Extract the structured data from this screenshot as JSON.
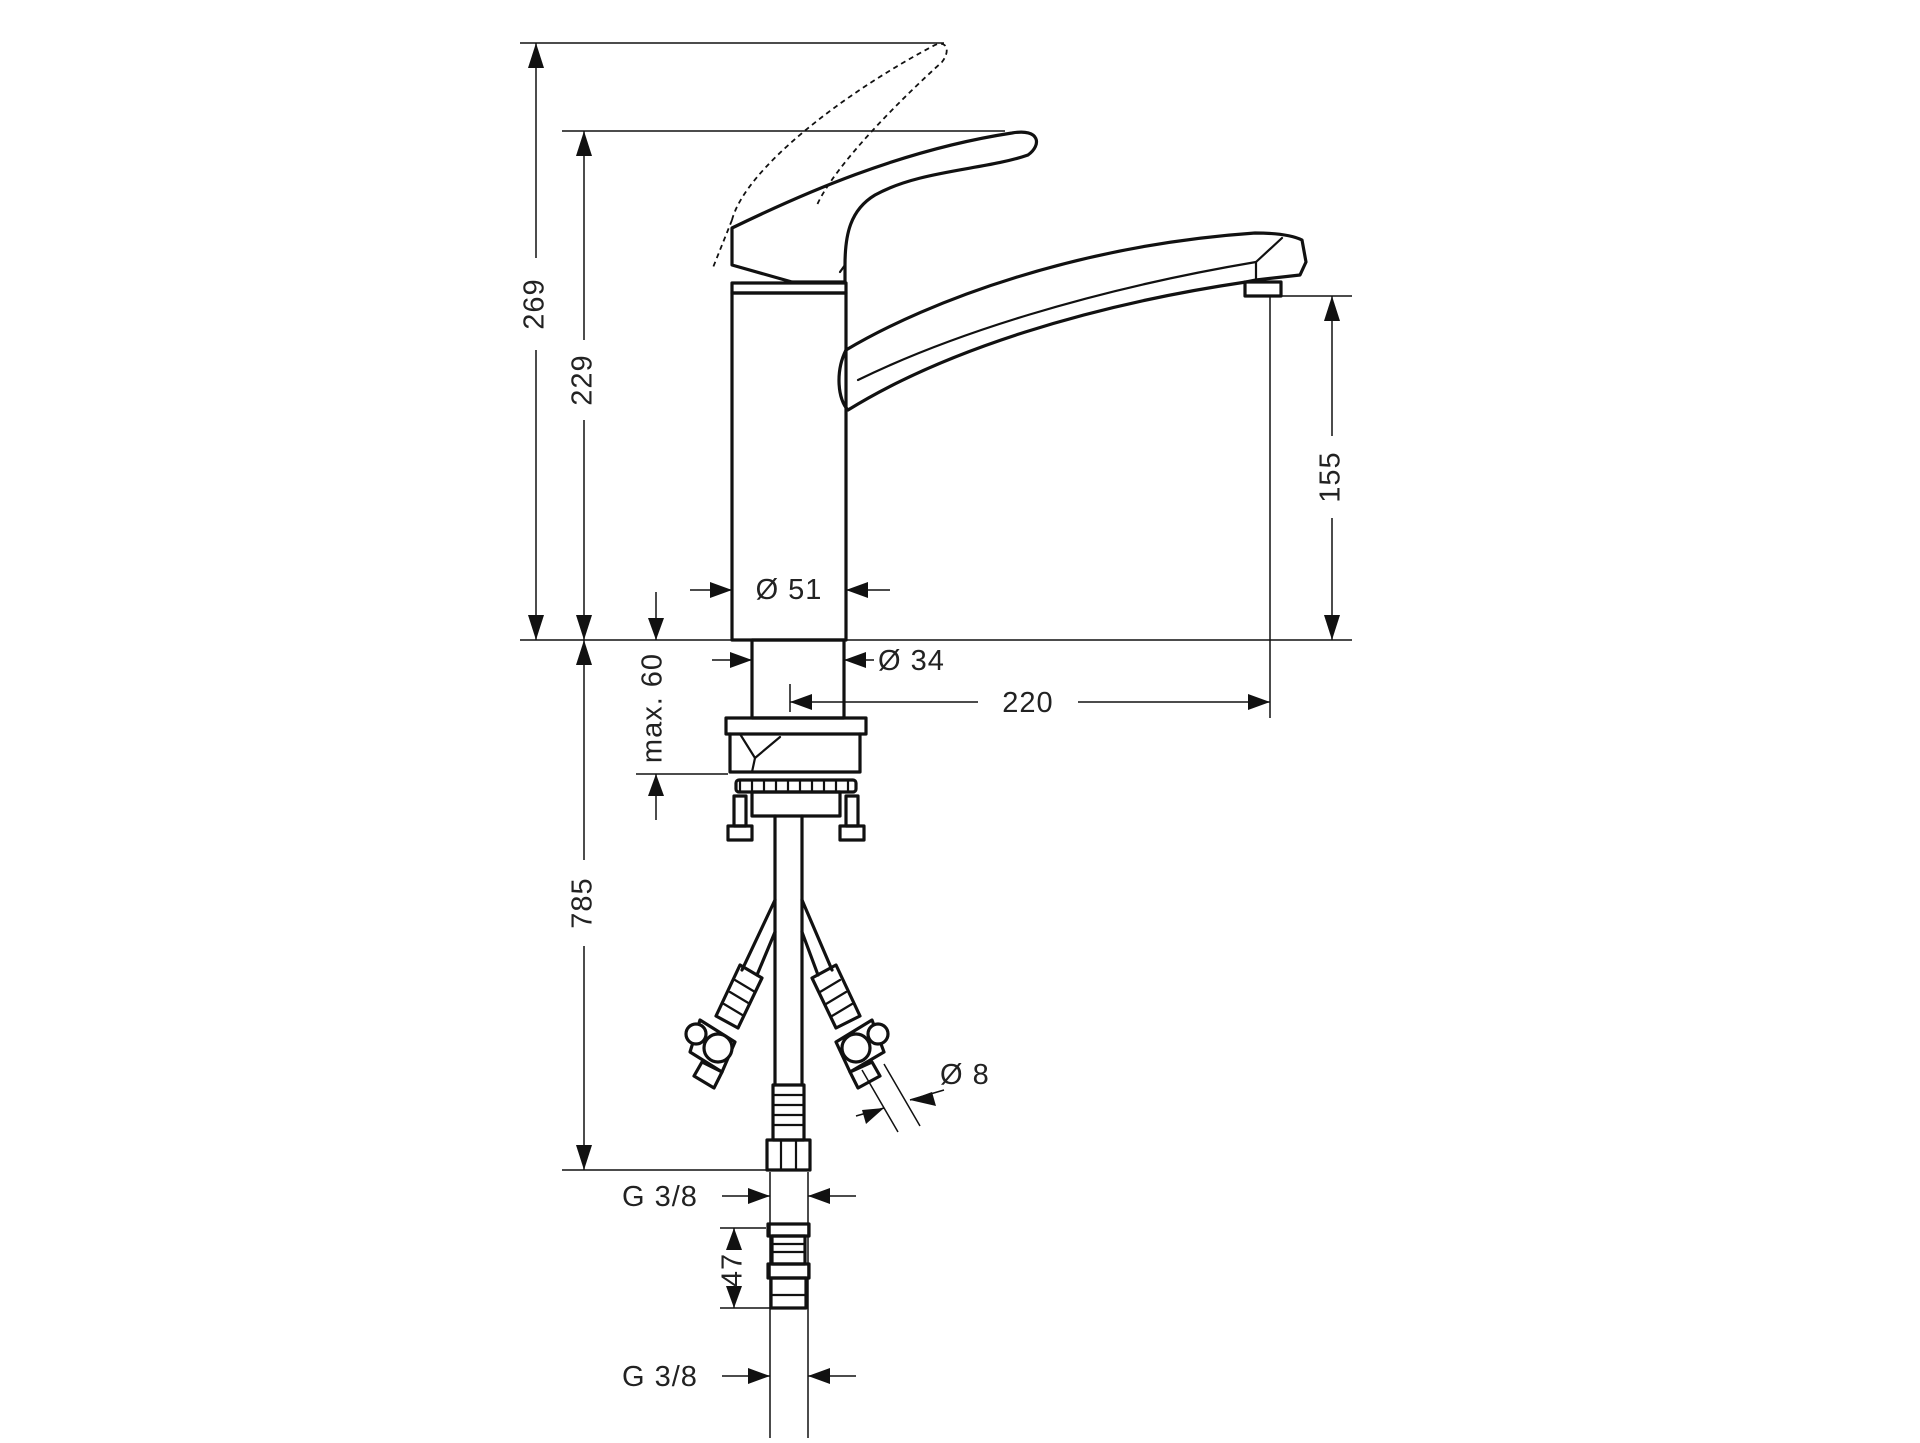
{
  "dimensions": {
    "overall_height_raised_handle": "269",
    "overall_height": "229",
    "spout_height": "155",
    "body_diameter": "Ø 51",
    "shank_diameter": "Ø 34",
    "spout_reach": "220",
    "max_mounting_thickness": "max. 60",
    "hose_length": "785",
    "hose_diameter": "Ø  8",
    "connection_thread_upper": "G  3/8",
    "connector_length": "47",
    "connection_thread_lower": "G  3/8"
  }
}
